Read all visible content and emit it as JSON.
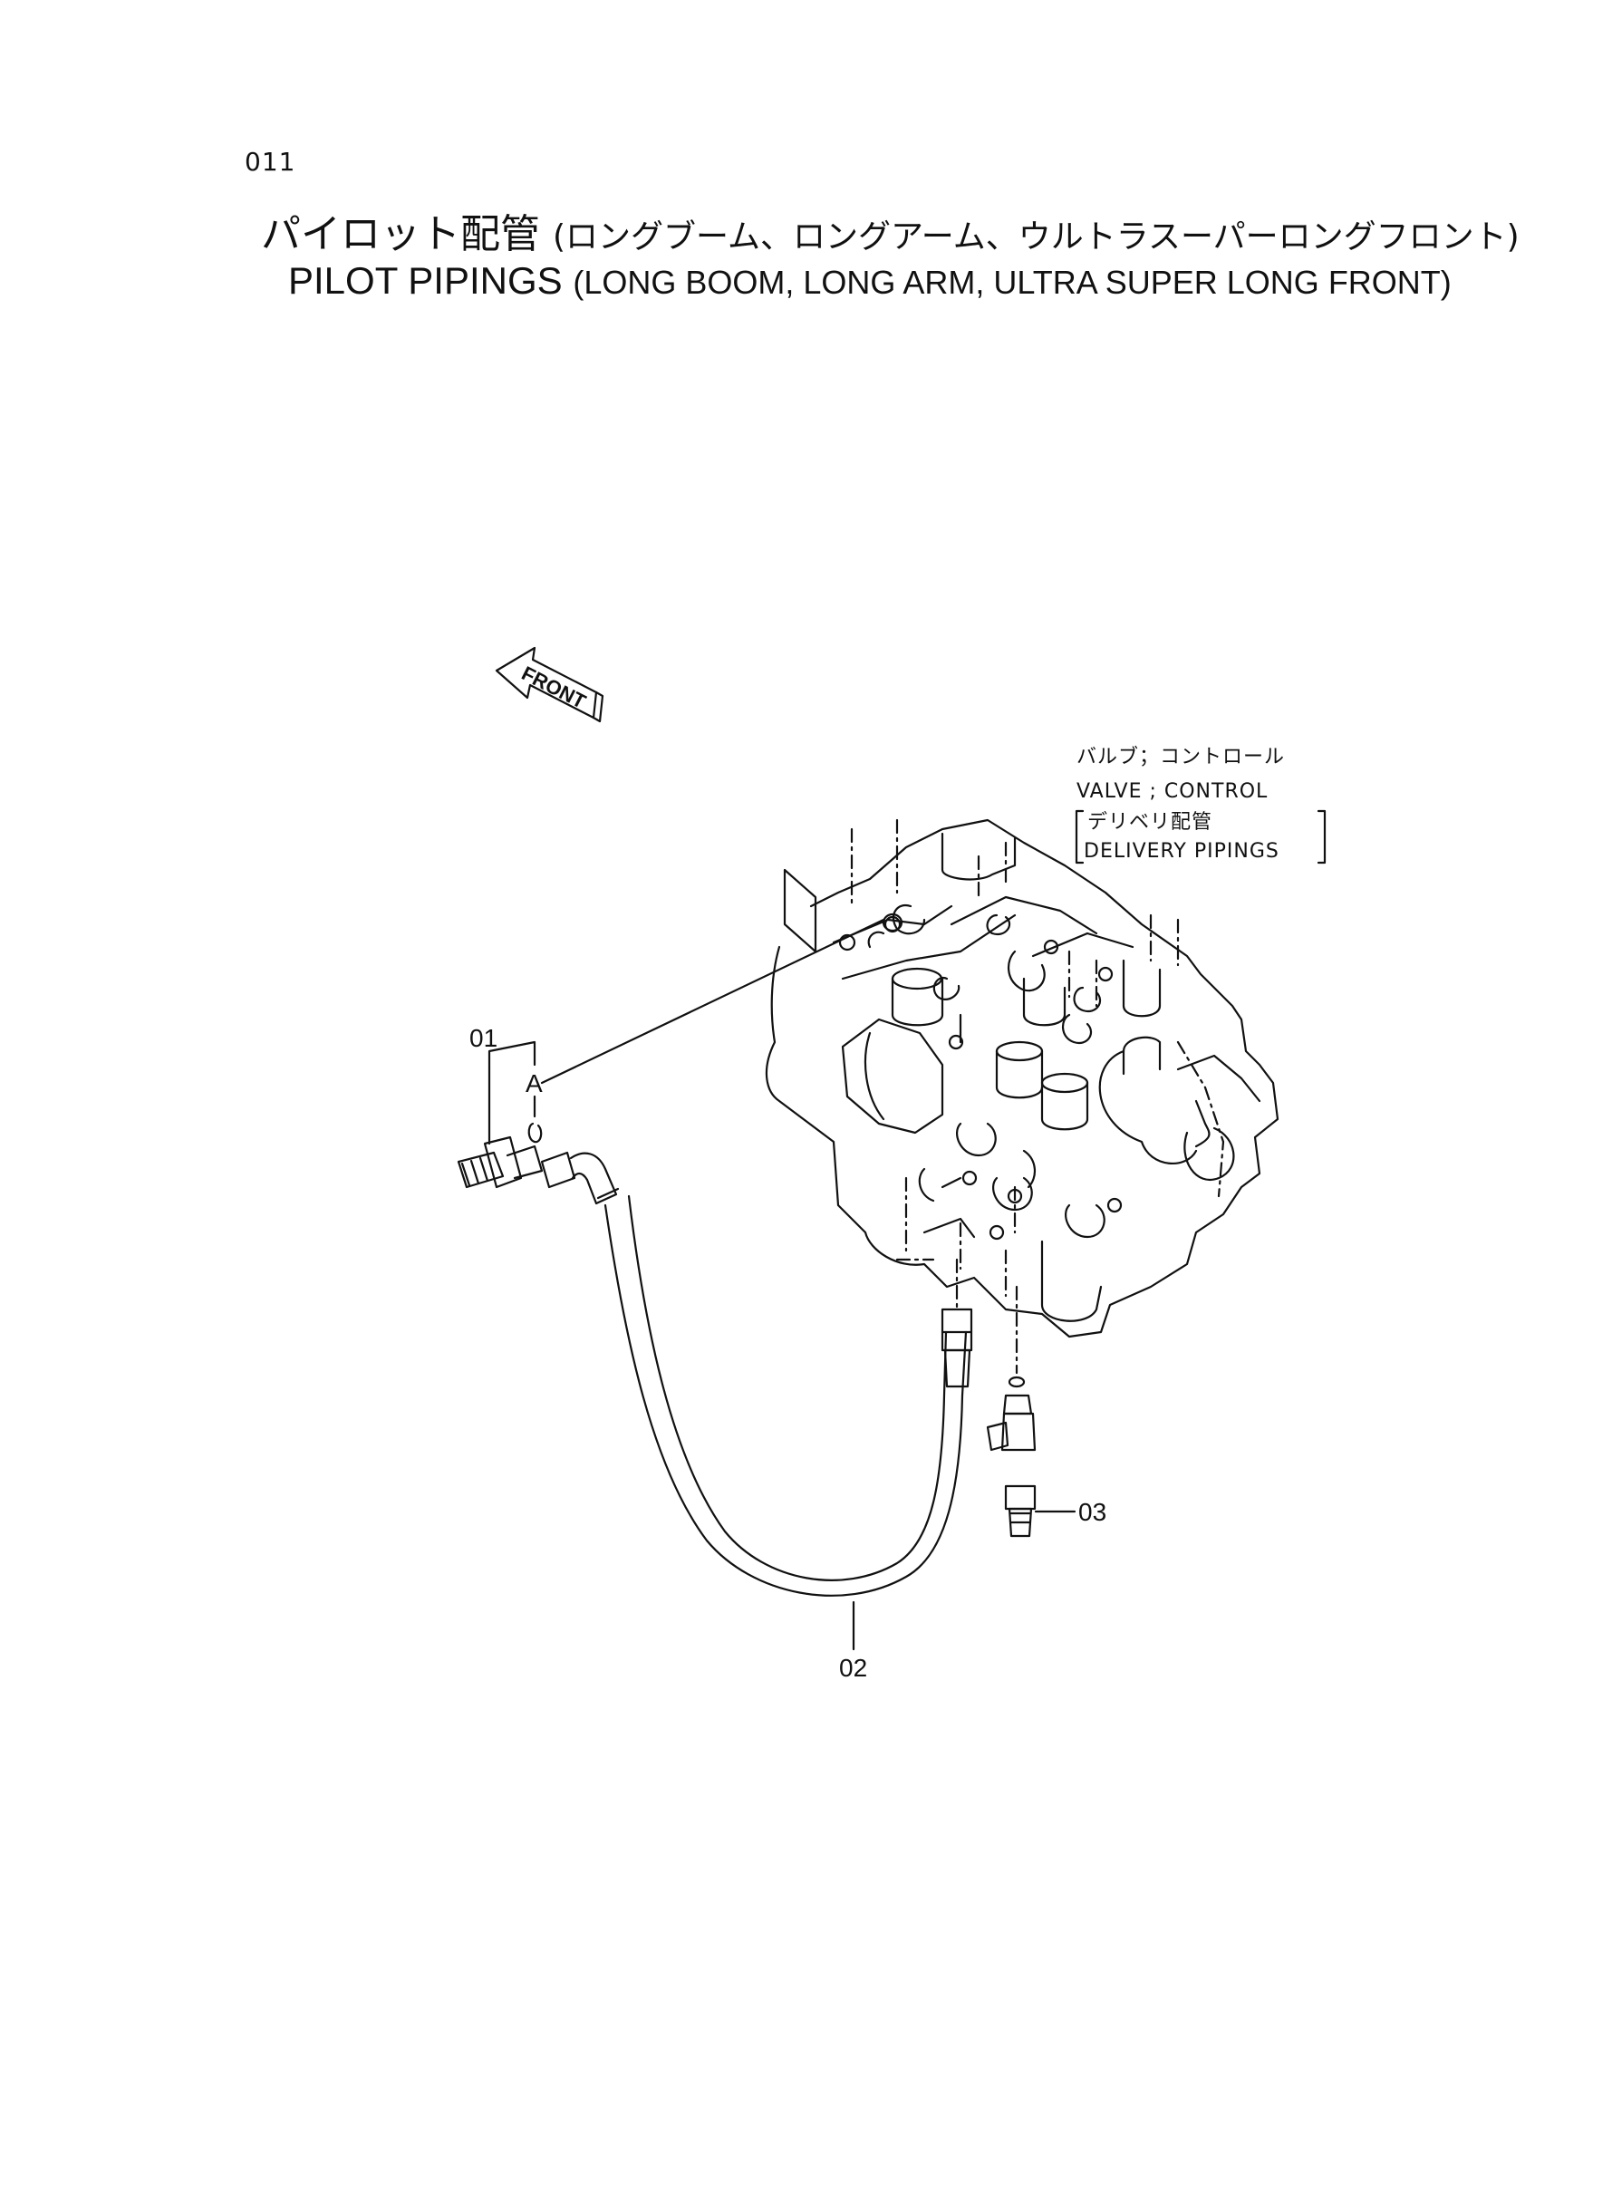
{
  "page_number": "011",
  "title": {
    "jp_main": "パイロット配管",
    "jp_sub": "(ロングブーム、ロングアーム、ウルトラスーパーロングフロント)",
    "en_main": "PILOT PIPINGS",
    "en_sub": "(LONG BOOM, LONG ARM, ULTRA SUPER LONG FRONT)"
  },
  "diagram": {
    "front_label": "FRONT",
    "valve_jp": "バルブ；コントロール",
    "valve_en": "VALVE ; CONTROL",
    "delivery_jp": "デリベリ配管",
    "delivery_en": "DELIVERY PIPINGS",
    "callouts": {
      "part_01": "01",
      "part_02": "02",
      "part_03": "03",
      "ref_a": "A"
    }
  }
}
